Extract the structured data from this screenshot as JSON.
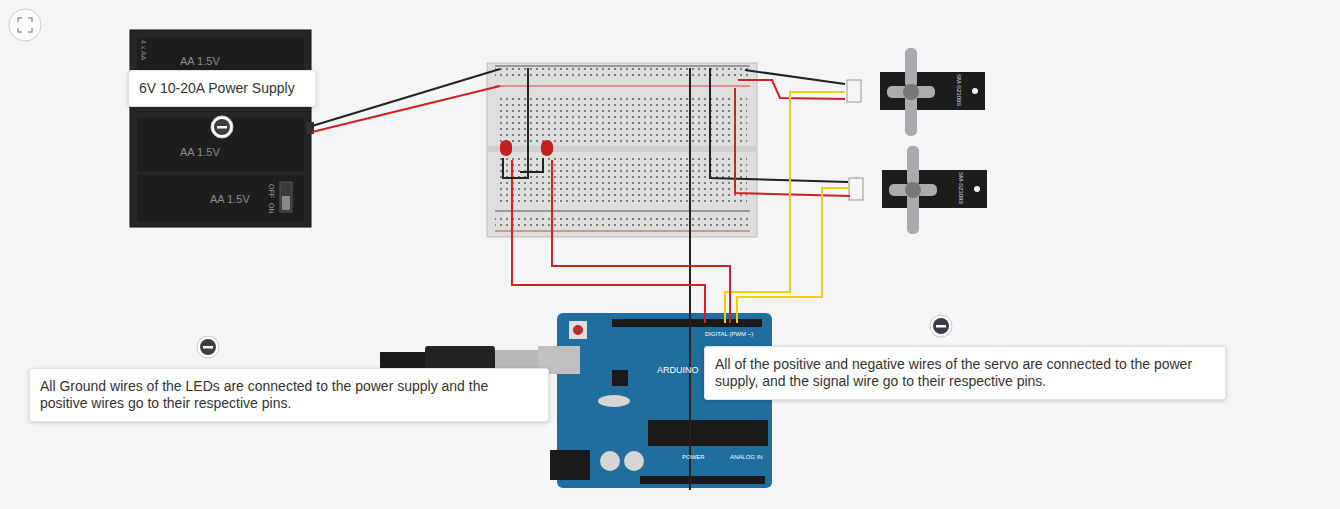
{
  "diagram": {
    "nodes": [
      {
        "text": [
          "6V 10-20A Power Supply"
        ]
      },
      {
        "text": [
          "All Ground wires of the LEDs are connected to the power supply and the positive wires go to their respective pins."
        ]
      },
      {
        "text": [
          "All of the positive and negative wires of the servo are connected to the power supply, and the signal wire go to their respective pins."
        ]
      }
    ],
    "labels": [
      "4 x AA",
      "AA 1.5V",
      "AA 1.5V",
      "AA 1.5V",
      "OFF",
      "ON",
      "SM-S2309S",
      "SM-S2309S",
      "ARDUINO",
      "DIGITAL (PWM ~)",
      "POWER",
      "ANALOG IN"
    ]
  }
}
